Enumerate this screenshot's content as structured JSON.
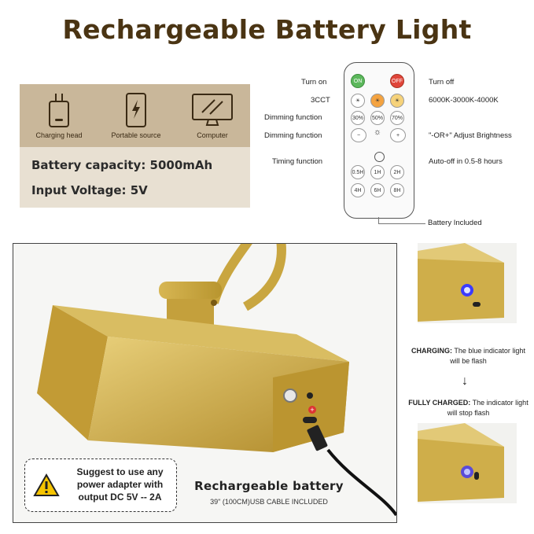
{
  "title": "Rechargeable Battery Light",
  "charging_sources": [
    {
      "label": "Charging head",
      "icon": "plug-icon"
    },
    {
      "label": "Portable source",
      "icon": "power-bank-icon"
    },
    {
      "label": "Computer",
      "icon": "monitor-icon"
    }
  ],
  "specs": {
    "battery_capacity": "Battery capacity: 5000mAh",
    "input_voltage": "Input Voltage: 5V"
  },
  "remote": {
    "labels_left": [
      "Turn on",
      "3CCT",
      "Dimming function",
      "Dimming function",
      "Timing function"
    ],
    "labels_right": [
      "Turn off",
      "6000K-3000K-4000K",
      "\"-OR+\" Adjust Brightness",
      "Auto-off in 0.5-8 hours",
      "Battery Included"
    ],
    "buttons": {
      "on": "ON",
      "off": "OFF",
      "dim": [
        "30%",
        "50%",
        "70%"
      ],
      "minus": "−",
      "plus": "+",
      "timer": [
        "0.5H",
        "1H",
        "2H",
        "4H",
        "6H",
        "8H"
      ]
    }
  },
  "product": {
    "title": "Rechargeable battery",
    "cable_note": "39\"  (100CM)USB CABLE INCLUDED",
    "warning": "Suggest to use any power adapter with output DC 5V -- 2A",
    "plus_mark": "+"
  },
  "charging_status": {
    "charging_label": "CHARGING:",
    "charging_text": " The blue indicator light will be flash",
    "arrow": "↓",
    "full_label": "FULLY CHARGED:",
    "full_text": " The indicator light will stop flash"
  },
  "colors": {
    "brand_brown": "#4a3413",
    "gold": "#c9a640",
    "indicator_blue": "#3b3bff"
  }
}
